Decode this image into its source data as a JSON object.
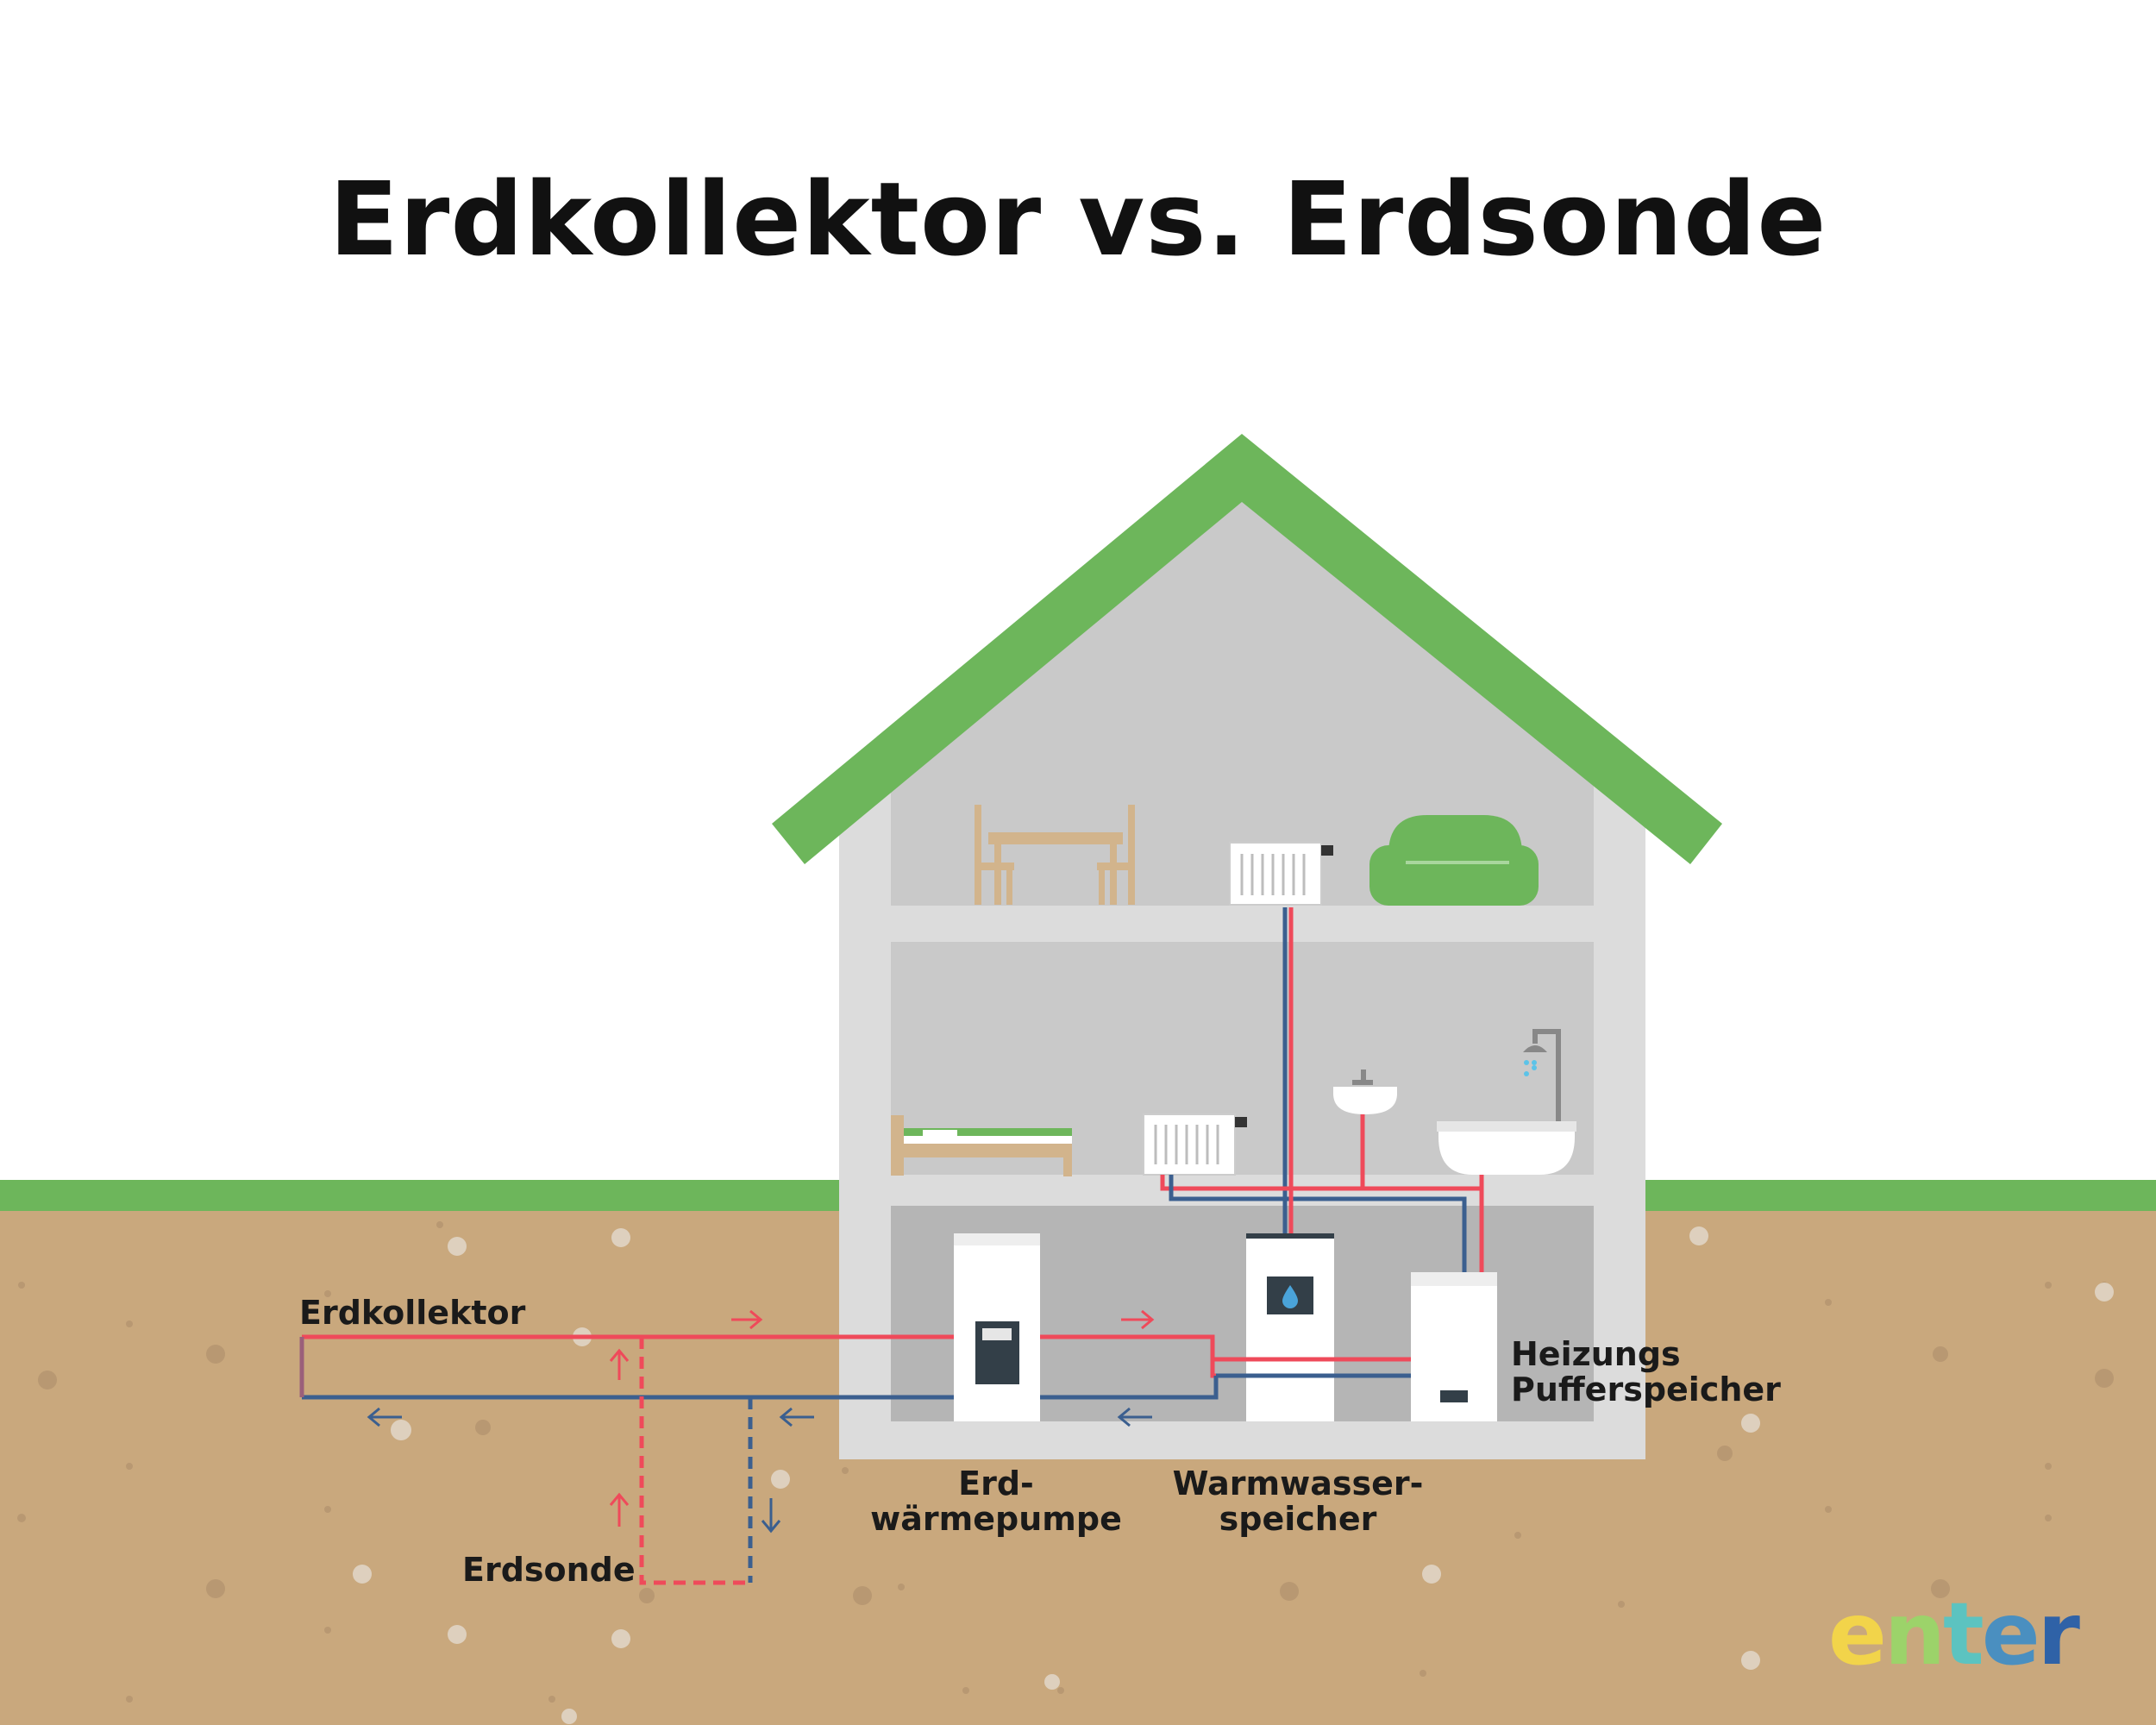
{
  "title": "Erdkollektor vs. Erdsonde",
  "labels": {
    "erdkollektor": "Erdkollektor",
    "erdsonde": "Erdsonde",
    "waermepumpe_line1": "Erd-",
    "waermepumpe_line2": "wärmepumpe",
    "warmwasser_line1": "Warmwasser-",
    "warmwasser_line2": "speicher",
    "puffer_line1": "Heizungs",
    "puffer_line2": "Pufferspeicher"
  },
  "logo": {
    "letters": [
      "e",
      "n",
      "t",
      "e",
      "r"
    ]
  },
  "colors": {
    "roof": "#6db65b",
    "grass": "#6db65b",
    "soil": "#c9a87d",
    "house_wall": "#dcdcdc",
    "room": "#c9c9c9",
    "basement": "#b5b5b5",
    "pipe_hot": "#ef4a5a",
    "pipe_cold": "#3b5f8f",
    "furniture_wood": "#d2b48c",
    "sofa": "#6db65b",
    "logo_gradient": [
      "#f2d44a",
      "#9cd36a",
      "#5cc3c0",
      "#2f62a7"
    ]
  }
}
